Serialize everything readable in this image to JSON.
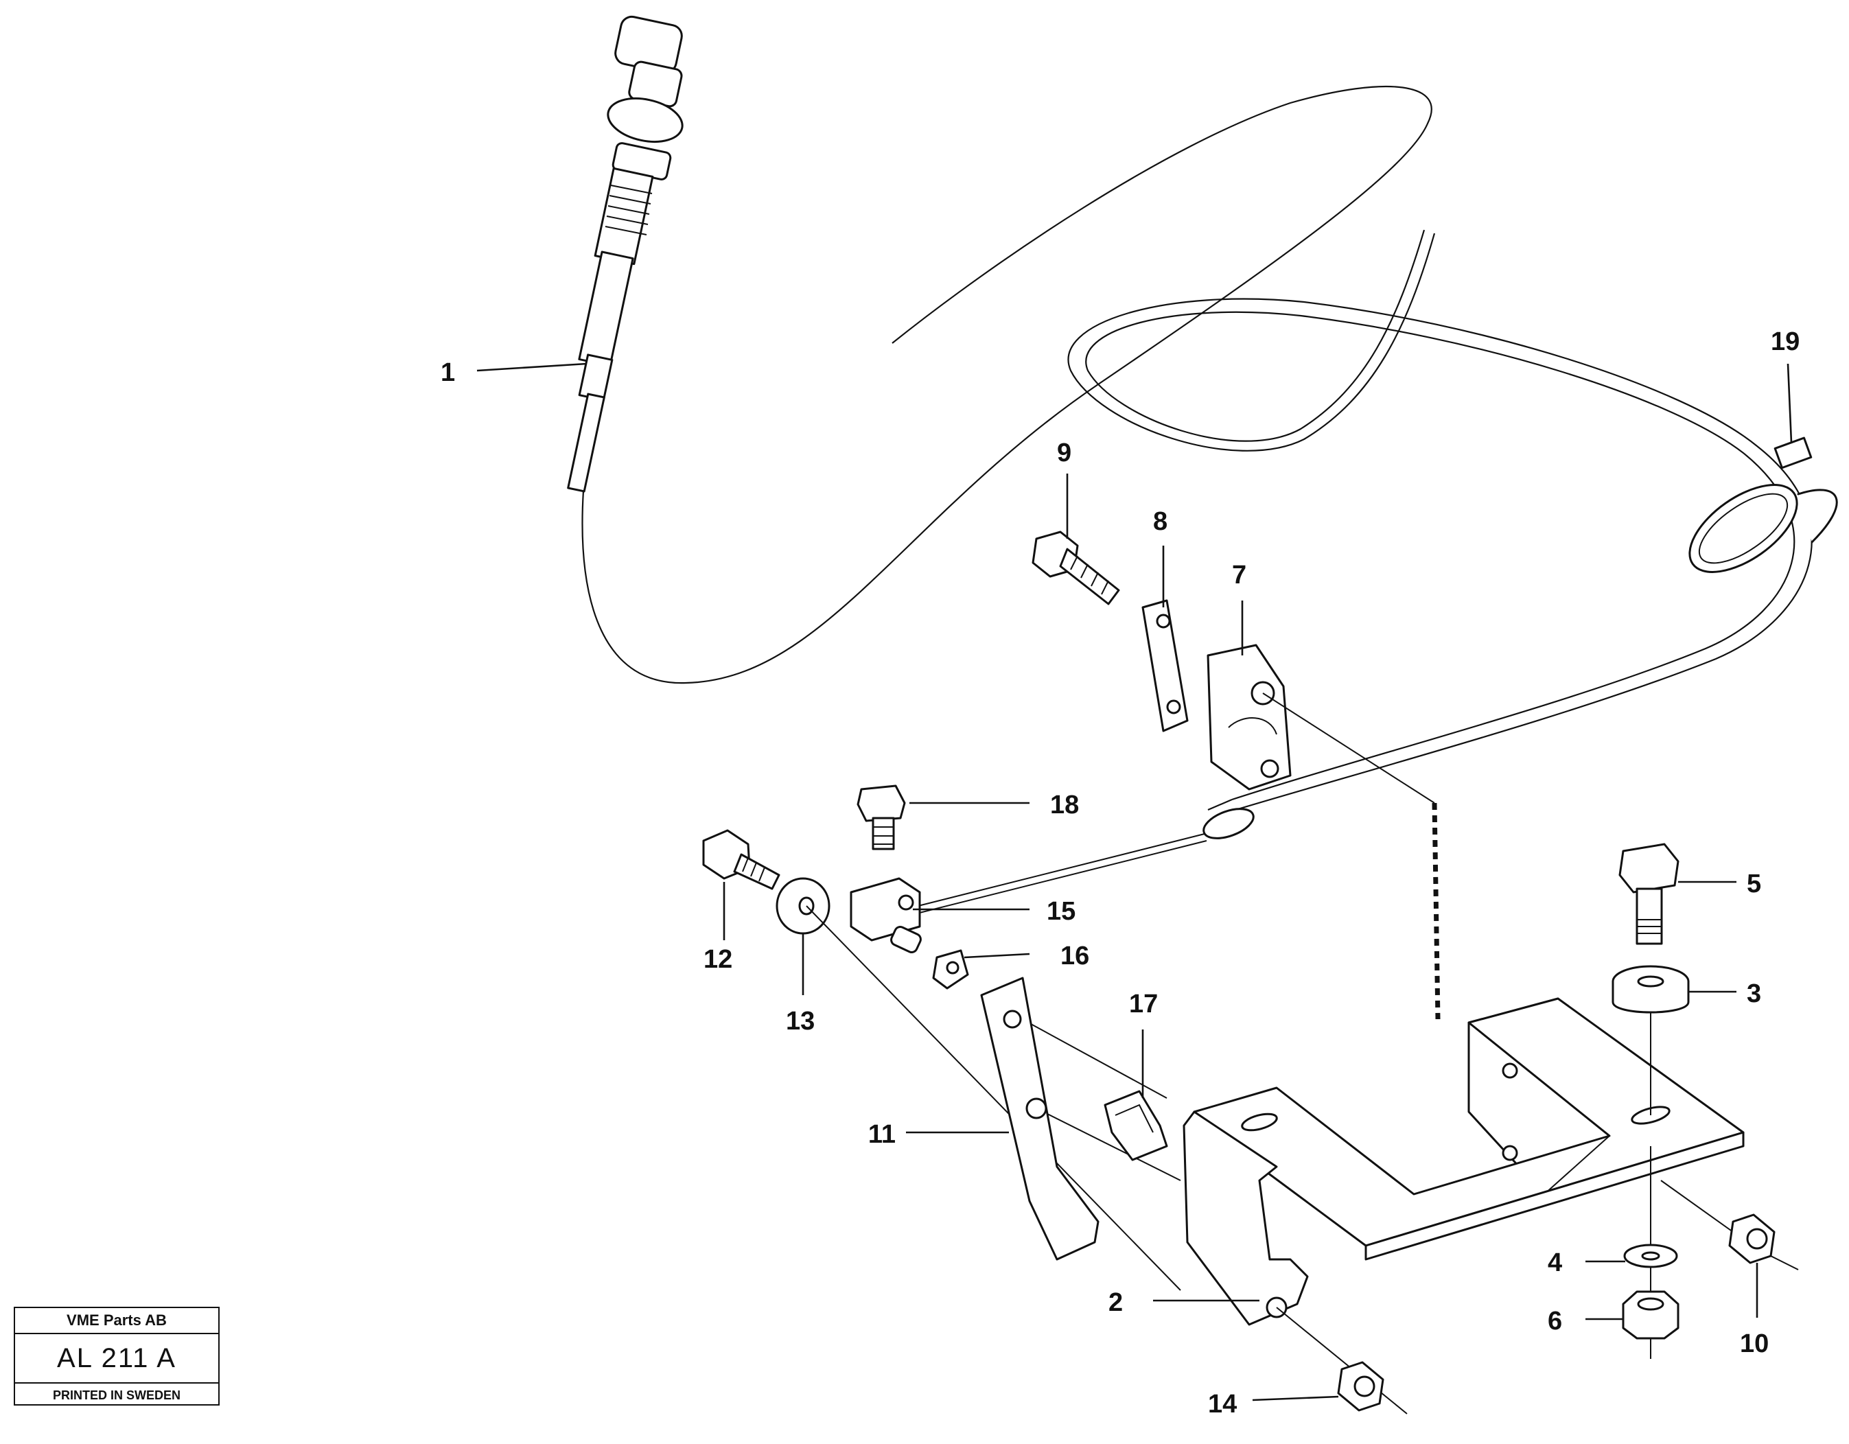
{
  "callouts": [
    {
      "id": "1",
      "label": "1"
    },
    {
      "id": "2",
      "label": "2"
    },
    {
      "id": "3",
      "label": "3"
    },
    {
      "id": "4",
      "label": "4"
    },
    {
      "id": "5",
      "label": "5"
    },
    {
      "id": "6",
      "label": "6"
    },
    {
      "id": "7",
      "label": "7"
    },
    {
      "id": "8",
      "label": "8"
    },
    {
      "id": "9",
      "label": "9"
    },
    {
      "id": "10",
      "label": "10"
    },
    {
      "id": "11",
      "label": "11"
    },
    {
      "id": "12",
      "label": "12"
    },
    {
      "id": "13",
      "label": "13"
    },
    {
      "id": "14",
      "label": "14"
    },
    {
      "id": "15",
      "label": "15"
    },
    {
      "id": "16",
      "label": "16"
    },
    {
      "id": "17",
      "label": "17"
    },
    {
      "id": "18",
      "label": "18"
    },
    {
      "id": "19",
      "label": "19"
    }
  ],
  "title_block": {
    "company": "VME Parts AB",
    "drawing_number": "AL 211 A",
    "printed": "PRINTED IN SWEDEN"
  },
  "colors": {
    "ink": "#111111",
    "paper": "#ffffff"
  }
}
